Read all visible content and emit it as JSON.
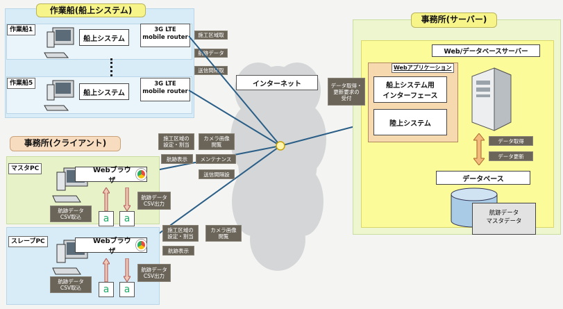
{
  "vessel_group": {
    "title": "作業船(船上システム)",
    "vessel1": {
      "name": "作業船1",
      "system": "船上システム",
      "router_line1": "3G  LTE",
      "router_line2": "mobile router"
    },
    "vessel5": {
      "name": "作業船5",
      "system": "船上システム",
      "router_line1": "3G  LTE",
      "router_line2": "mobile router"
    },
    "tags": [
      "施工区域取",
      "航跡データ",
      "送信間隔取"
    ]
  },
  "internet": {
    "label": "インターネット"
  },
  "office_server": {
    "title": "事務所(サーバー)",
    "server_label": "Web/データベースサーバー",
    "webapp_label": "Webアプリケーション",
    "interface_line1": "船上システム用",
    "interface_line2": "インターフェース",
    "land_system": "陸上システム",
    "request_tag_line1": "データ取得・",
    "request_tag_line2": "更新要求の",
    "request_tag_line3": "受付",
    "db_tags": [
      "データ取得",
      "データ更新"
    ],
    "database_label": "データベース",
    "db_content_line1": "航跡データ",
    "db_content_line2": "マスタデータ"
  },
  "office_client": {
    "title": "事務所(クライアント)",
    "master_pc": "マスタPC",
    "slave_pc": "スレーブPC",
    "browser": "Webブラウザ",
    "master_tags": {
      "area": [
        "施工区域の",
        "設定・割当"
      ],
      "camera": [
        "カメラ画像",
        "閲覧"
      ],
      "track": "航跡表示",
      "maint": "メンテナンス",
      "interval": "送信間隔設",
      "csv_out": [
        "航跡データ",
        "CSV出力"
      ],
      "csv_in": [
        "航跡データ",
        "CSV取込"
      ]
    },
    "slave_tags": {
      "area": [
        "施工区域の",
        "設定・割当"
      ],
      "camera": [
        "カメラ画像",
        "閲覧"
      ],
      "track": "航跡表示",
      "csv_out": [
        "航跡データ",
        "CSV出力"
      ],
      "csv_in": [
        "航跡データ",
        "CSV取込"
      ]
    }
  }
}
